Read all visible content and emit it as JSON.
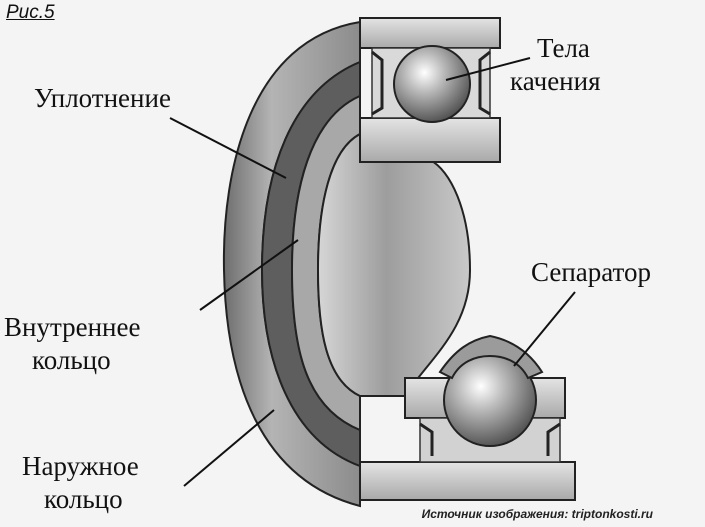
{
  "figure_label": "Рис.5",
  "labels": {
    "seal": "Уплотнение",
    "rolling_elements_line1": "Тела",
    "rolling_elements_line2": "качения",
    "cage": "Сепаратор",
    "inner_ring_line1": "Внутреннее",
    "inner_ring_line2": "кольцо",
    "outer_ring_line1": "Наружное",
    "outer_ring_line2": "кольцо"
  },
  "source": "Источник изображения: triptonkosti.ru"
}
